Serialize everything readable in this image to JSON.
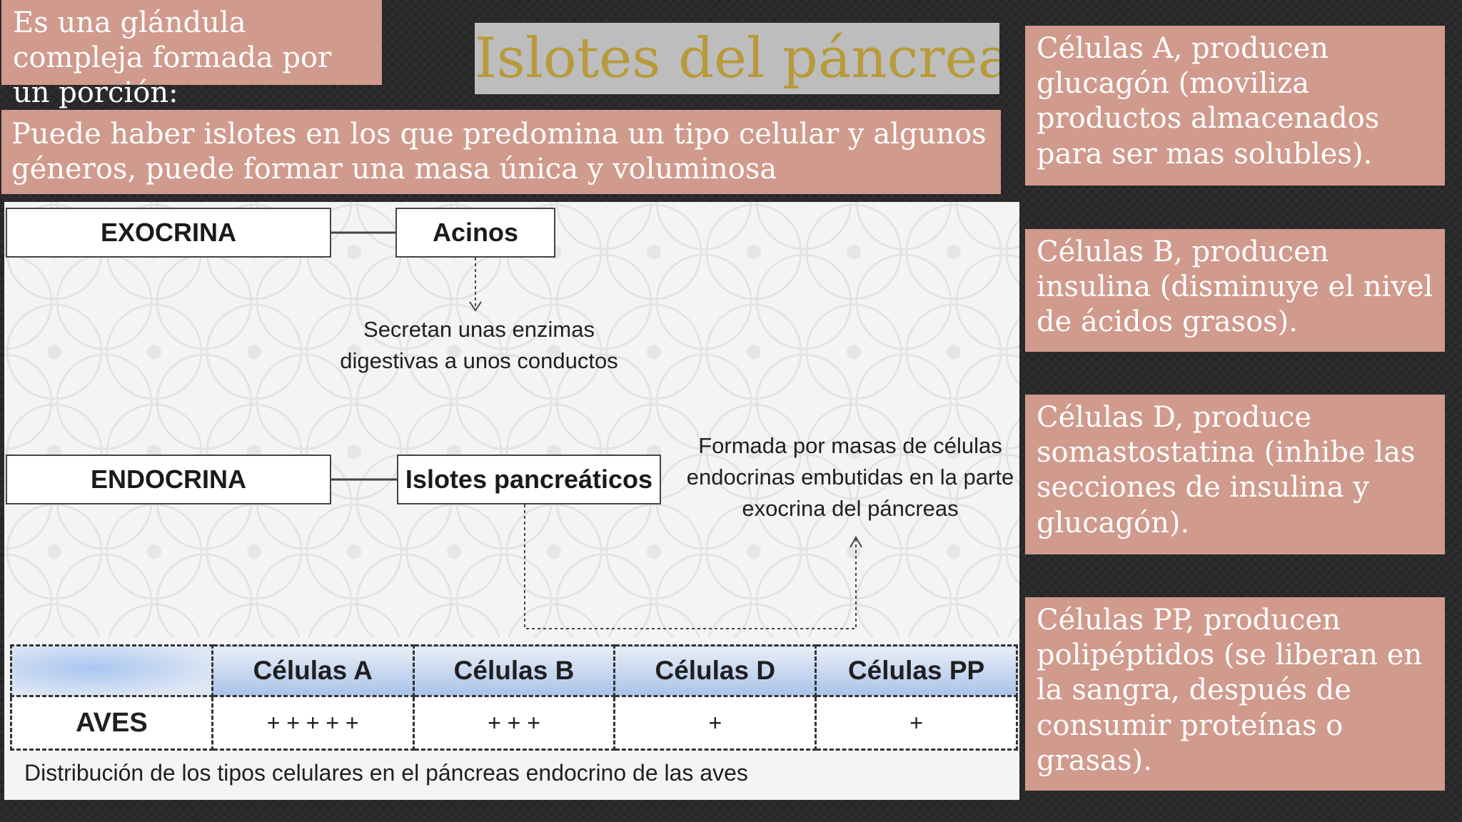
{
  "title": "Islotes del páncreas",
  "intro": "Es una glándula compleja formada por un porción:",
  "note": "Puede haber islotes en los que predomina un tipo celular y algunos géneros, puede formar una masa única y voluminosa",
  "cells": [
    "Células A, producen glucagón (moviliza productos almacenados para ser mas solubles).",
    "Células B, producen insulina (disminuye el nivel de ácidos grasos).",
    "Células D, produce somastostatina (inhibe las secciones de insulina y glucagón).",
    "Células PP, producen polipéptidos (se liberan en la sangra, después de consumir proteínas o grasas)."
  ],
  "diagram": {
    "exocrina": "EXOCRINA",
    "acinos": "Acinos",
    "secretan": "Secretan unas enzimas digestivas a unos conductos",
    "endocrina": "ENDOCRINA",
    "islotes": "Islotes pancreáticos",
    "formada": "Formada por masas de células endocrinas embutidas en la parte exocrina del páncreas"
  },
  "table": {
    "headers": [
      "",
      "Células  A",
      "Células B",
      "Células D",
      "Células PP"
    ],
    "row_label": "AVES",
    "values": [
      "+ + + + +",
      "+ + +",
      "+",
      "+"
    ],
    "caption": "Distribución de los tipos celulares en el páncreas endocrino de las aves"
  },
  "colors": {
    "box_bg": "#d09a8d",
    "title_text": "#b79a3a",
    "title_bg": "#bdbdbd",
    "page_bg": "#2a2a2c",
    "table_header": "#a9c3ea"
  }
}
